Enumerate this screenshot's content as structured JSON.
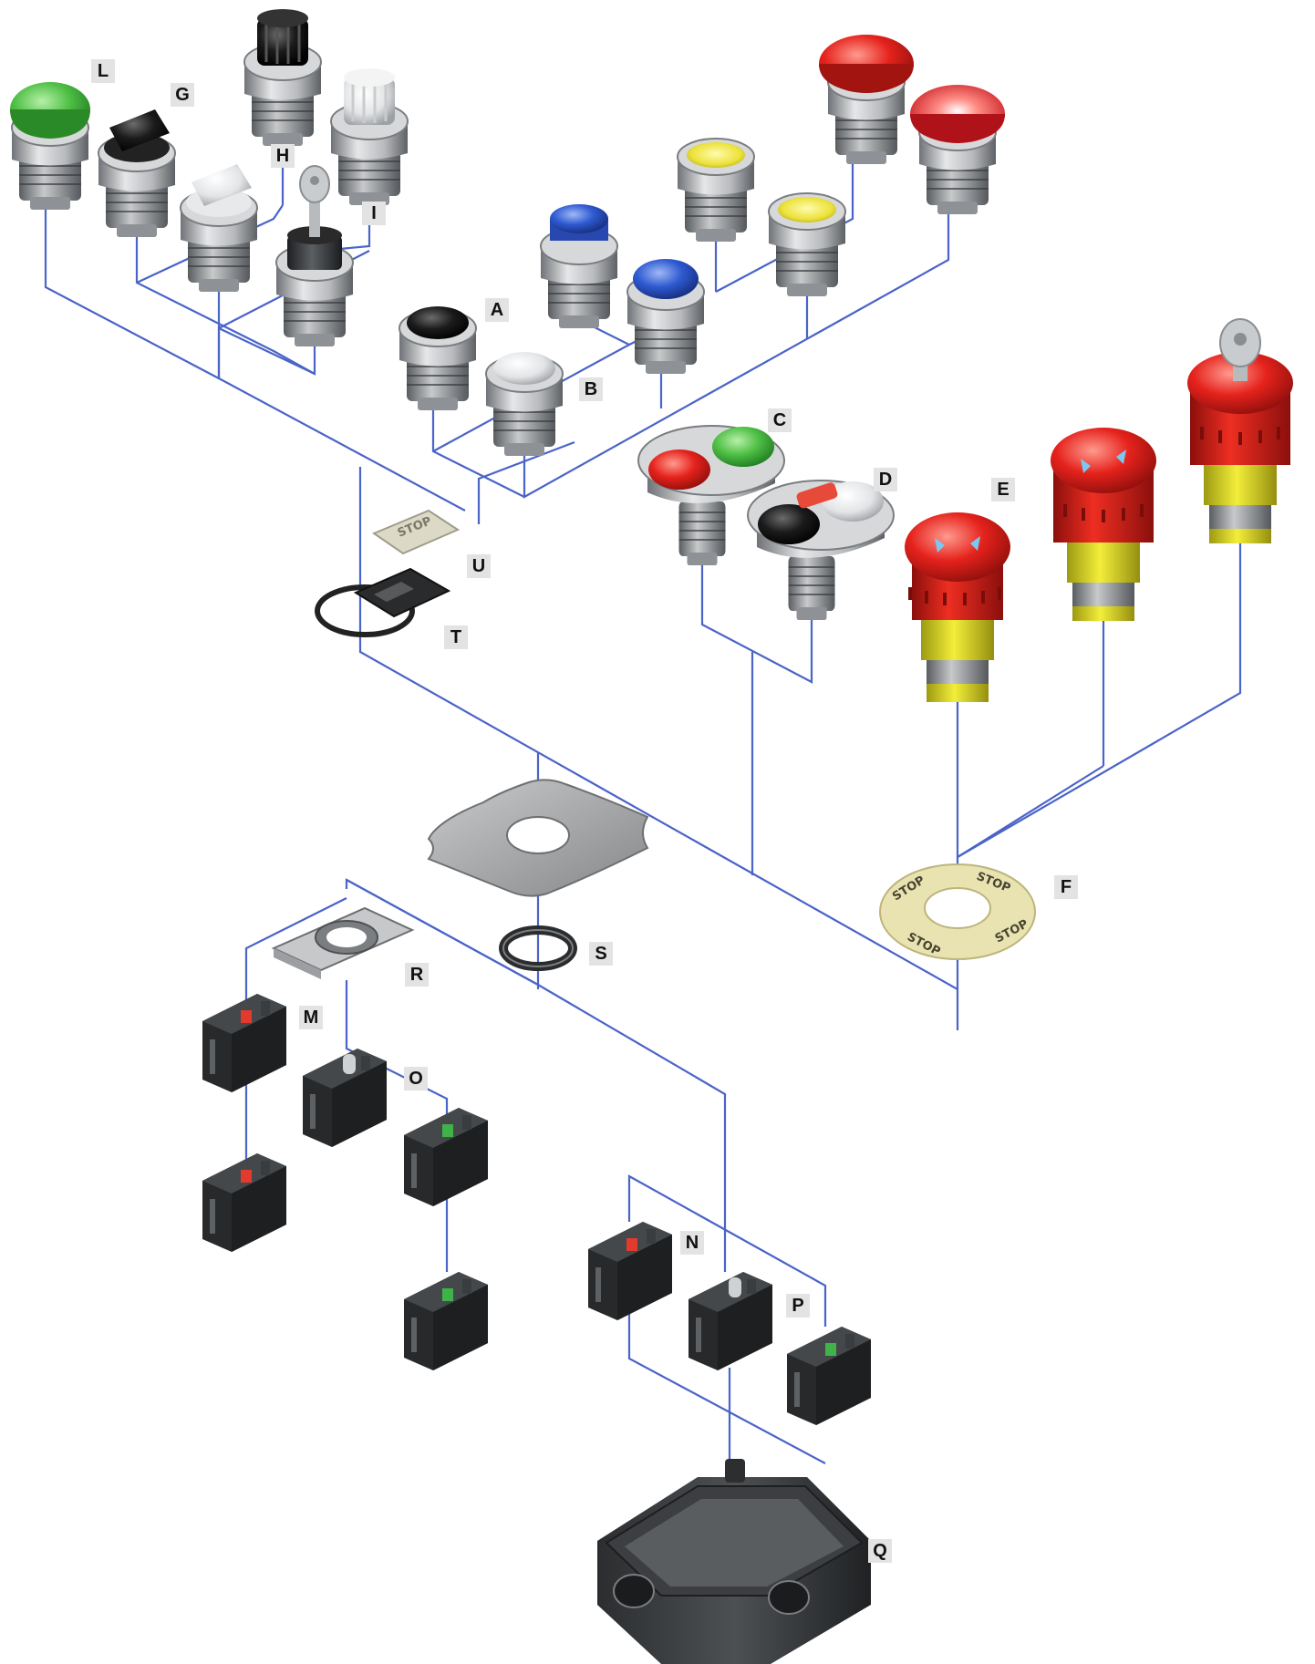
{
  "diagram": {
    "line_color": "#4a64c8",
    "labels": {
      "A": "A",
      "B": "B",
      "C": "C",
      "D": "D",
      "E": "E",
      "F": "F",
      "G": "G",
      "H": "H",
      "I": "I",
      "L": "L",
      "M": "M",
      "N": "N",
      "O": "O",
      "P": "P",
      "Q": "Q",
      "R": "R",
      "S": "S",
      "T": "T",
      "U": "U"
    },
    "legend_plate_text": "STOP",
    "stop_ring_text": "STOP"
  }
}
